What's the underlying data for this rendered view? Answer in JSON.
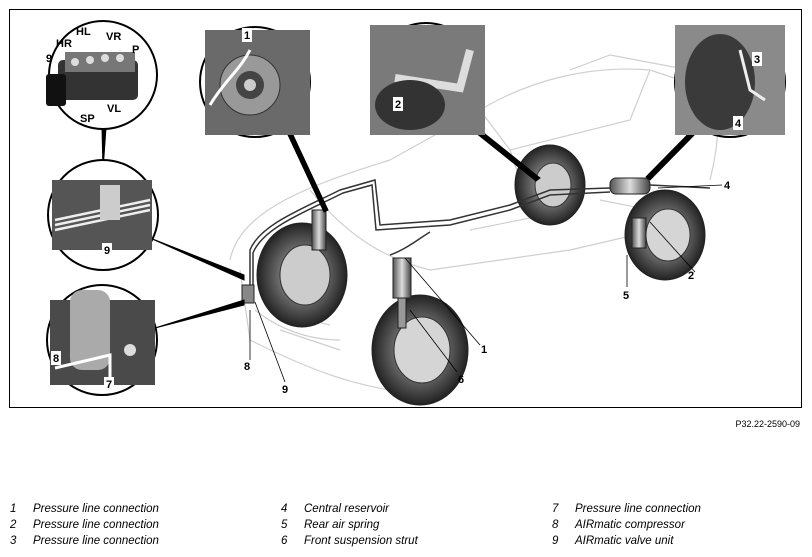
{
  "figure_ref": "P32.22-2590-09",
  "callouts": [
    "1",
    "2",
    "3",
    "4",
    "5",
    "6",
    "7",
    "8",
    "9"
  ],
  "valve_labels": {
    "hr": "HR",
    "hl": "HL",
    "vr": "VR",
    "p": "P",
    "vl": "VL",
    "sp": "SP",
    "n9": "9"
  },
  "legend": [
    {
      "num": "1",
      "text": "Pressure line connection"
    },
    {
      "num": "2",
      "text": "Pressure line connection"
    },
    {
      "num": "3",
      "text": "Pressure line connection"
    },
    {
      "num": "4",
      "text": "Central reservoir"
    },
    {
      "num": "5",
      "text": "Rear air spring"
    },
    {
      "num": "6",
      "text": "Front suspension strut"
    },
    {
      "num": "7",
      "text": "Pressure line connection"
    },
    {
      "num": "8",
      "text": "AIRmatic compressor"
    },
    {
      "num": "9",
      "text": "AIRmatic valve unit"
    }
  ]
}
